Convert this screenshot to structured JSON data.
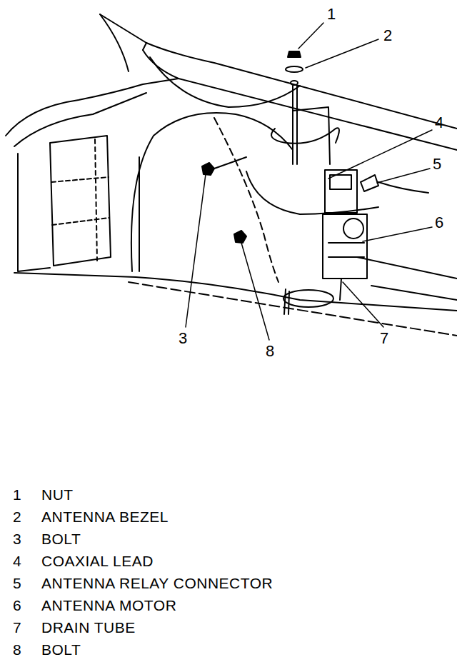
{
  "diagram": {
    "labels": [
      "1",
      "2",
      "3",
      "4",
      "5",
      "6",
      "7",
      "8",
      "1",
      "NUT",
      "2",
      "ANTENNA BEZEL",
      "3",
      "BOLT",
      "4",
      "COAXIAL LEAD",
      "5",
      "ANTENNA RELAY CONNECTOR",
      "6",
      "ANTENNA MOTOR",
      "7",
      "DRAIN TUBE",
      "8",
      "BOLT"
    ]
  }
}
